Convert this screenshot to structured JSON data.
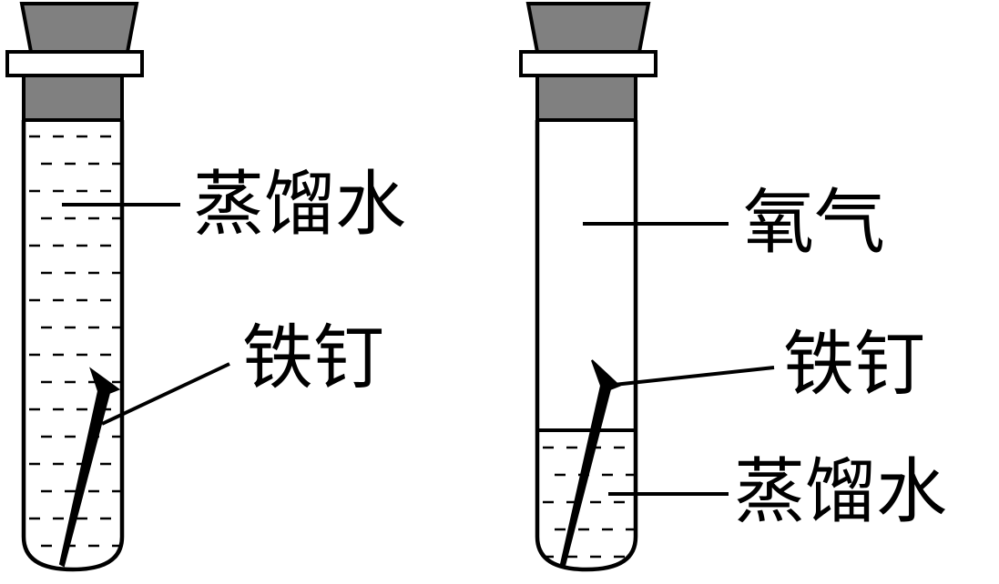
{
  "left_tube": {
    "labels": {
      "water": "蒸馏水",
      "nail": "铁钉"
    }
  },
  "right_tube": {
    "labels": {
      "oxygen": "氧气",
      "nail": "铁钉",
      "water": "蒸馏水"
    }
  },
  "colors": {
    "stopper": "#808080",
    "line": "#000000",
    "background": "#ffffff"
  }
}
